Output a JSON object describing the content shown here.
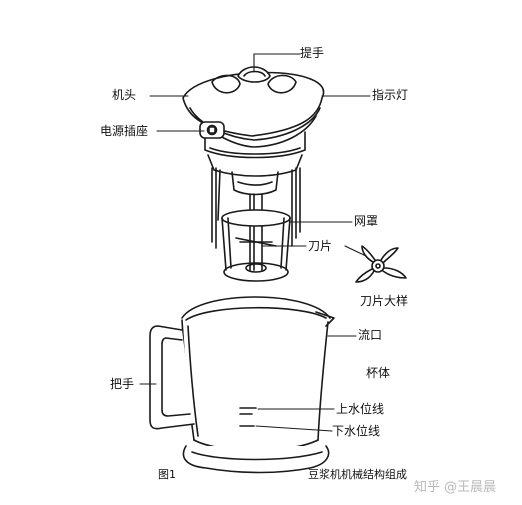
{
  "labels": {
    "handle_top": "提手",
    "machine_head": "机头",
    "indicator_light": "指示灯",
    "power_socket": "电源插座",
    "mesh_cover": "网罩",
    "blade": "刀片",
    "blade_detail": "刀片大样",
    "spout": "流口",
    "cup_body": "杯体",
    "handle_side": "把手",
    "upper_water_line": "上水位线",
    "lower_water_line": "下水位线"
  },
  "caption": {
    "figure_number": "图1",
    "title": "豆浆机机械结构组成"
  },
  "watermark": "知乎 @王晨晨"
}
